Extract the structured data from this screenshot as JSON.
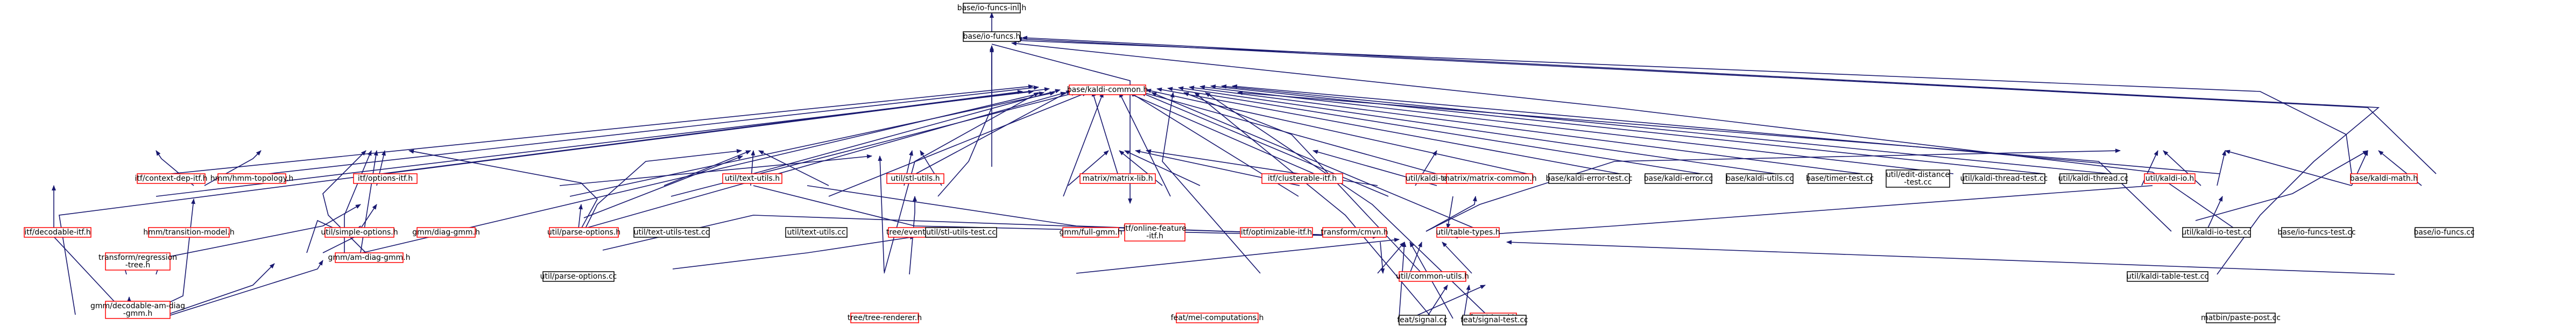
{
  "colors": {
    "edge": "#191970",
    "border_linked": "#ff0000",
    "border_plain": "#000000",
    "root_fill": "#bfbfbf"
  },
  "nodes": {
    "base_io_funcs_h_root": {
      "label": "base/io-funcs-inl.h",
      "border": "black",
      "fill": "gray"
    },
    "base_io_funcs_h": {
      "label": "base/io-funcs.h",
      "border": "black"
    },
    "base_kaldi_common_h": {
      "label": "base/kaldi-common.h",
      "border": "red"
    },
    "fst_context_dep_itf_h": {
      "label": "itf/context-dep-itf.h",
      "border": "red"
    },
    "hmm_topology_h": {
      "label": "hmm/hmm-topology.h",
      "border": "red"
    },
    "itf_options_itf_h": {
      "label": "itf/options-itf.h",
      "border": "red"
    },
    "util_text_utils_h": {
      "label": "util/text-utils.h",
      "border": "red"
    },
    "util_stl_utils_h": {
      "label": "util/stl-utils.h",
      "border": "red"
    },
    "matrix_matrix_lib_h": {
      "label": "matrix/matrix-lib.h",
      "border": "red"
    },
    "itf_clusterable_itf_h": {
      "label": "itf/clusterable-itf.h",
      "border": "red"
    },
    "util_kaldi_table_h": {
      "label": "util/kaldi-table.h",
      "border": "red"
    },
    "matrix_matrix_common_h": {
      "label": "matrix/matrix-common.h",
      "border": "red"
    },
    "base_kaldi_error_test_cc": {
      "label": "base/kaldi-error-test.cc",
      "border": "black"
    },
    "base_kaldi_error_cc": {
      "label": "base/kaldi-error.cc",
      "border": "black"
    },
    "base_kaldi_utils_cc": {
      "label": "base/kaldi-utils.cc",
      "border": "black"
    },
    "base_timer_test_cc": {
      "label": "base/timer-test.cc",
      "border": "black"
    },
    "util_edit_distance_test_cc": {
      "label1": "util/edit-distance",
      "label2": "-test.cc",
      "border": "black"
    },
    "util_kaldi_thread_test_cc": {
      "label": "util/kaldi-thread-test.cc",
      "border": "black"
    },
    "util_kaldi_thread_cc": {
      "label": "util/kaldi-thread.cc",
      "border": "black"
    },
    "util_kaldi_io_h": {
      "label": "util/kaldi-io.h",
      "border": "red"
    },
    "base_kaldi_math_h": {
      "label": "base/kaldi-math.h",
      "border": "red"
    },
    "itf_decodable_itf_h": {
      "label": "itf/decodable-itf.h",
      "border": "red"
    },
    "hmm_transition_model_h": {
      "label": "hmm/transition-model.h",
      "border": "red"
    },
    "util_simple_options_h": {
      "label": "util/simple-options.h",
      "border": "red"
    },
    "gmm_diag_gmm_h": {
      "label": "gmm/diag-gmm.h",
      "border": "red"
    },
    "util_parse_options_h": {
      "label": "util/parse-options.h",
      "border": "red"
    },
    "util_text_utils_test_cc": {
      "label": "util/text-utils-test.cc",
      "border": "black"
    },
    "util_text_utils_cc": {
      "label": "util/text-utils.cc",
      "border": "black"
    },
    "tree_event_map_h": {
      "label": "tree/event-map.h",
      "border": "red"
    },
    "util_stl_utils_test_cc": {
      "label": "util/stl-utils-test.cc",
      "border": "black"
    },
    "gmm_full_gmm_h": {
      "label": "gmm/full-gmm.h",
      "border": "red"
    },
    "itf_online_feature_itf_h": {
      "label1": "itf/online-feature",
      "label2": "-itf.h",
      "border": "red"
    },
    "itf_optimizable_itf_h": {
      "label": "itf/optimizable-itf.h",
      "border": "red"
    },
    "transform_cmvn_h": {
      "label": "transform/cmvn.h",
      "border": "red"
    },
    "util_table_types_h": {
      "label": "util/table-types.h",
      "border": "red"
    },
    "util_kaldi_io_test_cc": {
      "label": "util/kaldi-io-test.cc",
      "border": "black"
    },
    "base_io_funcs_test_cc": {
      "label": "base/io-funcs-test.cc",
      "border": "black"
    },
    "base_io_funcs_cc": {
      "label": "base/io-funcs.cc",
      "border": "black"
    },
    "gmm_am_diag_gmm_h": {
      "label": "gmm/am-diag-gmm.h",
      "border": "red"
    },
    "util_parse_options_cc": {
      "label": "util/parse-options.cc",
      "border": "black"
    },
    "util_common_utils_h": {
      "label": "util/common-utils.h",
      "border": "red"
    },
    "util_kaldi_table_test_cc": {
      "label": "util/kaldi-table-test.cc",
      "border": "black"
    },
    "transform_regression_tree_h": {
      "label1": "transform/regression",
      "label2": "-tree.h",
      "border": "red"
    },
    "tree_tree_renderer_h": {
      "label": "tree/tree-renderer.h",
      "border": "red"
    },
    "feat_mel_computations_h": {
      "label": "feat/mel-computations.h",
      "border": "red"
    },
    "feat_signal_h": {
      "label": "feat/signal.h",
      "border": "red"
    },
    "matbin_paste_post_cc": {
      "label": "matbin/paste-post.cc",
      "border": "black"
    },
    "gmm_decodable_am_diag_gmm_h": {
      "label1": "gmm/decodable-am-diag",
      "label2": "-gmm.h",
      "border": "red"
    },
    "feat_signal_cc": {
      "label": "feat/signal.cc",
      "border": "black"
    },
    "feat_signal_test_cc": {
      "label": "feat/signal-test.cc",
      "border": "black"
    }
  }
}
